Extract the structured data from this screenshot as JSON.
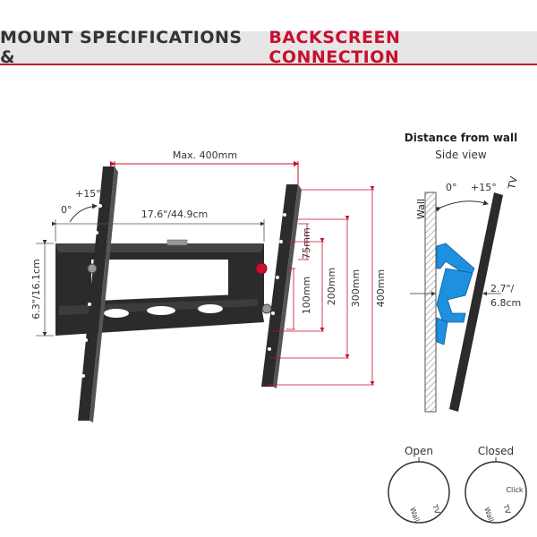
{
  "header": {
    "title_main": "MOUNT SPECIFICATIONS &",
    "title_accent": "BACKSCREEN CONNECTION"
  },
  "mount": {
    "max_width": "Max. 400mm",
    "tilt_angle_zero": "0°",
    "tilt_angle_max": "+15°",
    "width_dim": "17.6\"/44.9cm",
    "height_dim": "6.3\"/16.1cm",
    "vesa_heights": [
      "75mm",
      "100mm",
      "200mm",
      "300mm",
      "400mm"
    ]
  },
  "side_view": {
    "title": "Distance from wall",
    "subtitle": "Side view",
    "wall_label": "Wall",
    "tv_label": "TV",
    "angle_zero": "0°",
    "angle_max": "+15°",
    "distance_line1": "2.7\"/",
    "distance_line2": "6.8cm"
  },
  "states": {
    "open_label": "Open",
    "closed_label": "Closed",
    "wall_label": "Wall",
    "tv_label": "TV",
    "click_label": "Click"
  },
  "colors": {
    "accent": "#c8102e",
    "mount_metal": "#2b2b2b",
    "bracket_blue": "#1e90e0",
    "dimension_red": "#c8102e"
  }
}
